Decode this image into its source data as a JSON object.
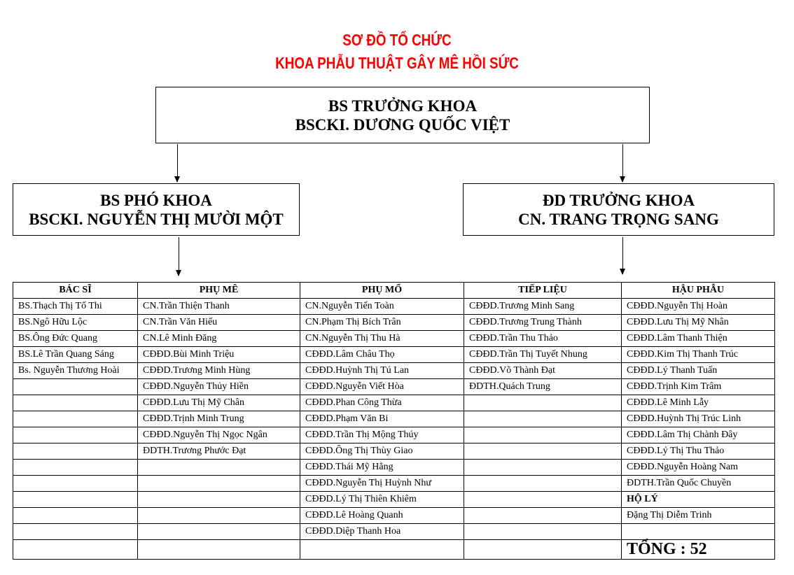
{
  "title": {
    "line1": "SƠ ĐỒ TỔ CHỨC",
    "line2": "KHOA PHẪU THUẬT GÂY MÊ HỒI SỨC",
    "color": "#ff0000"
  },
  "head": {
    "role": "BS TRƯỞNG KHOA",
    "name": "BSCKI. DƯƠNG QUỐC VIỆT"
  },
  "deputy": {
    "role": "BS PHÓ KHOA",
    "name": "BSCKI. NGUYỄN THỊ MƯỜI MỘT"
  },
  "nurse_head": {
    "role": "ĐD TRƯỞNG KHOA",
    "name": "CN. TRANG TRỌNG SANG"
  },
  "table": {
    "headers": [
      "BÁC SĨ",
      "PHỤ MÊ",
      "PHỤ MỔ",
      "TIẾP LIỆU",
      "HẬU PHẪU"
    ],
    "columns": [
      [
        "BS.Thạch Thị Tố Thi",
        "BS.Ngô Hữu Lộc",
        "BS.Ông Đức Quang",
        "BS.Lê Trần Quang Sáng",
        "Bs. Nguyễn Thương Hoài"
      ],
      [
        "CN.Trần Thiện Thanh",
        "CN.Trần Văn Hiếu",
        "CN.Lê Minh Đăng",
        "CĐĐD.Bùi Minh Triệu",
        "CĐĐD.Trương Minh Hùng",
        "CĐĐD.Nguyễn Thủy Hiền",
        "CĐĐD.Lưu Thị Mỹ Chân",
        "CĐĐD.Trịnh Minh Trung",
        "CĐĐD.Nguyễn Thị Ngọc Ngân",
        "ĐDTH.Trương Phước Đạt"
      ],
      [
        "CN.Nguyễn Tiến Toàn",
        "CN.Phạm Thị Bích Trân",
        "CN.Nguyễn Thị Thu Hà",
        "CĐĐD.Lâm Châu Thọ",
        "CĐĐD.Huỳnh Thị Tú Lan",
        "CĐĐD.Nguyễn Viết Hòa",
        "CĐĐD.Phan Công Thừa",
        "CĐĐD.Phạm Văn Bi",
        "CĐĐD.Trần Thị Mộng Thúy",
        "CĐĐD.Ông Thị Thùy Giao",
        "CĐĐD.Thái Mỹ Hằng",
        "CĐĐD.Nguyễn Thị Huỳnh Như",
        "CĐĐD.Lý Thị Thiên Khiêm",
        "CĐĐD.Lê Hoàng Quanh",
        "CĐĐD.Diệp Thanh Hoa"
      ],
      [
        "CĐĐD.Trương Minh Sang",
        "CĐĐD.Trương Trung Thành",
        "CĐĐD.Trần Thu Thảo",
        "CĐĐD.Trần Thị Tuyết Nhung",
        "CĐĐD.Võ Thành Đạt",
        "ĐDTH.Quách Trung"
      ],
      [
        "CĐĐD.Nguyễn Thị Hoàn",
        "CĐĐD.Lưu Thị Mỹ Nhân",
        "CĐĐD.Lâm Thanh Thiện",
        "CĐĐD.Kim Thị Thanh Trúc",
        "CĐĐD.Lý Thanh Tuấn",
        "CĐĐD.Trịnh Kim Trâm",
        "CĐĐD.Lê Minh Lẫy",
        "CĐĐD.Huỳnh Thị Trúc Linh",
        "CĐĐD.Lâm Thị Chành Đây",
        "CĐĐD.Lý Thị Thu Thảo",
        "CĐĐD.Nguyễn Hoàng Nam",
        "ĐDTH.Trần Quốc Chuyền",
        "HỘ LÝ",
        "Đặng Thị Diễm Trinh"
      ]
    ],
    "bold_cells": [
      "HỘ LÝ"
    ],
    "total": "TỔNG : 52"
  }
}
